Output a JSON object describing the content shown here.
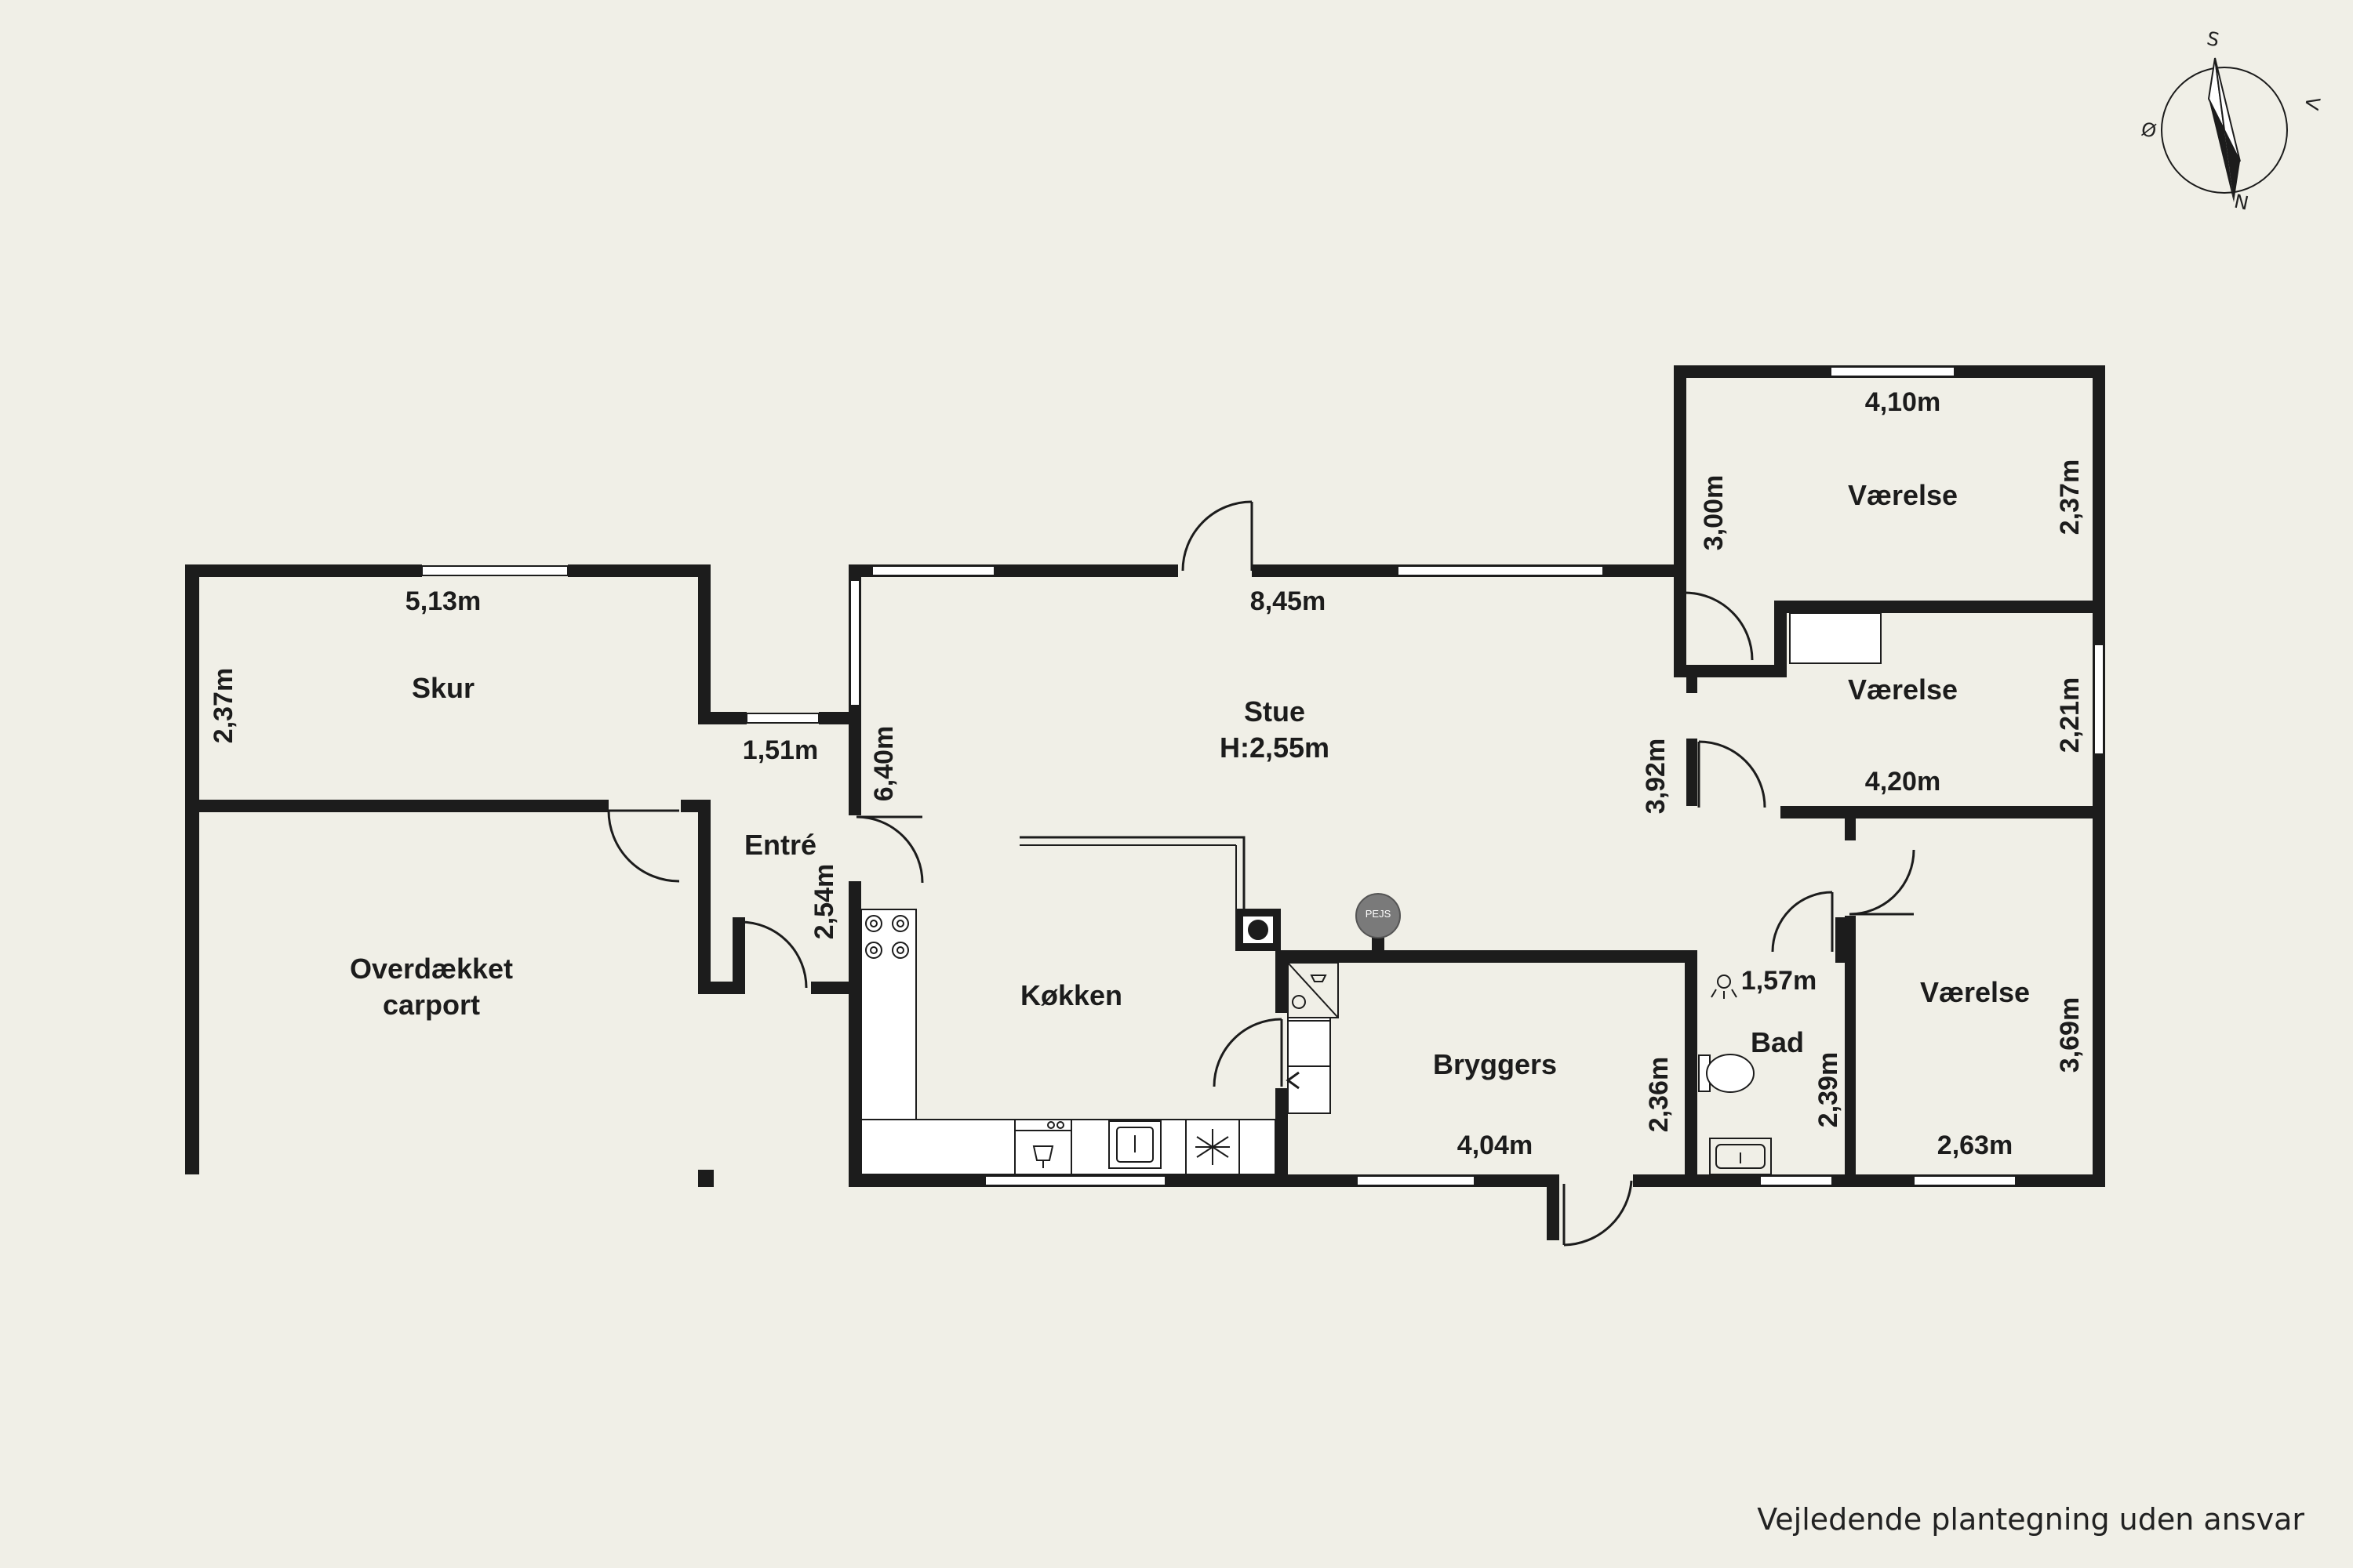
{
  "rooms": {
    "skur": "Skur",
    "carport_l1": "Overdækket",
    "carport_l2": "carport",
    "entre": "Entré",
    "stue": "Stue",
    "stue_height": "H:2,55m",
    "kokken": "Køkken",
    "bryggers": "Bryggers",
    "bad": "Bad",
    "vaerelse_top": "Værelse",
    "vaerelse_mid": "Værelse",
    "vaerelse_bottom": "Værelse"
  },
  "dimensions": {
    "skur_width": "5,13m",
    "skur_depth": "2,37m",
    "entre_width": "1,51m",
    "entre_depth": "2,54m",
    "stue_width": "8,45m",
    "stue_depth": "6,40m",
    "stue_inner": "3,92m",
    "vaerelse_top_width": "4,10m",
    "vaerelse_top_left": "3,00m",
    "vaerelse_top_right": "2,37m",
    "vaerelse_mid_width": "4,20m",
    "vaerelse_mid_depth": "2,21m",
    "bad_width": "1,57m",
    "bad_depth": "2,39m",
    "vaerelse_bottom_width": "2,63m",
    "vaerelse_bottom_depth": "3,69m",
    "bryggers_width": "4,04m",
    "bryggers_depth": "2,36m"
  },
  "fixtures": {
    "fireplace": "PEJS"
  },
  "compass": {
    "south": "S",
    "north": "N",
    "west": "V",
    "east": "Ø"
  },
  "footer": "Vejledende plantegning uden ansvar",
  "colors": {
    "background": "#f0efe7",
    "wall": "#1c1c1c",
    "fixture_fill": "#ffffff"
  }
}
